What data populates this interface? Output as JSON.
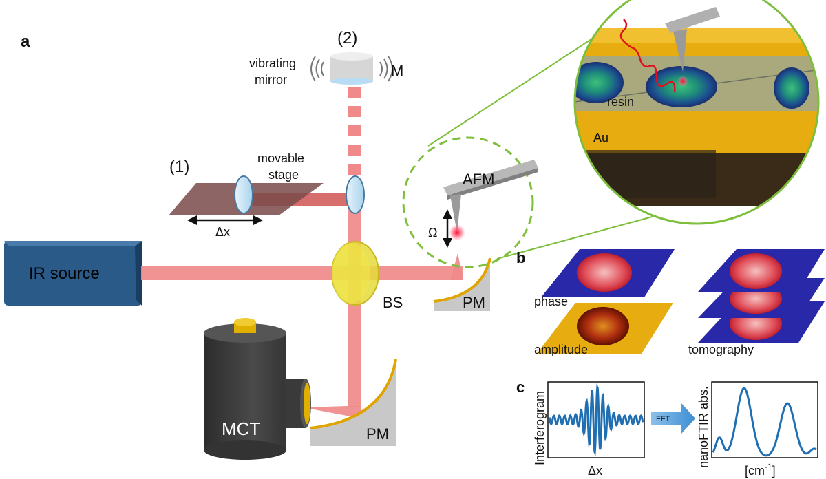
{
  "panels": {
    "a": "a",
    "b": "b",
    "c": "c"
  },
  "labels": {
    "mirror_number": "(2)",
    "mirror_desc_1": "vibrating",
    "mirror_desc_2": "mirror",
    "mirror_letter": "M",
    "stage_number": "(1)",
    "stage_desc_1": "movable",
    "stage_desc_2": "stage",
    "delta_x": "Δx",
    "ir_source": "IR source",
    "beamsplitter": "BS",
    "pm_right": "PM",
    "pm_bottom": "PM",
    "detector": "MCT",
    "afm": "AFM",
    "omega": "Ω",
    "resin": "resin",
    "gold": "Au"
  },
  "panel_b": {
    "phase": "phase",
    "amplitude": "amplitude",
    "tomography": "tomography"
  },
  "panel_c": {
    "interferogram_ylabel": "Interferogram",
    "interferogram_xlabel": "Δx",
    "fft": "FFT",
    "spectrum_ylabel": "nanoFTIR abs.",
    "spectrum_xlabel_pre": "[cm",
    "spectrum_xlabel_sup": "-1",
    "spectrum_xlabel_post": "]"
  },
  "colors": {
    "beam": "#f08a8a",
    "ir_source": "#244c73",
    "gold": "#e0a400",
    "afm_tip": "#9a9a9a",
    "plot_line": "#1f6fb2",
    "zoom_outline": "#7dbf3a",
    "sample_blue": "#2b2ba8"
  }
}
